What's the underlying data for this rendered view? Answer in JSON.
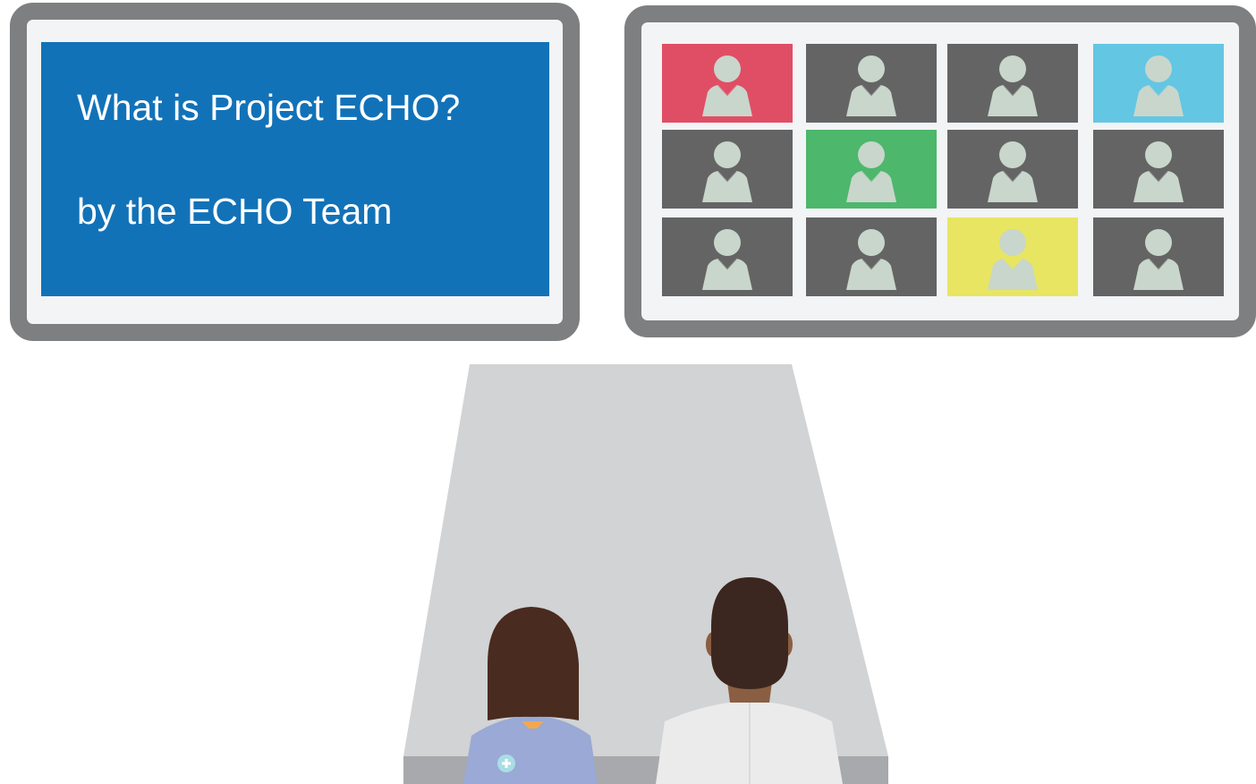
{
  "slide": {
    "title": "What is Project ECHO?",
    "subtitle": "by the ECHO Team"
  },
  "video_grid": {
    "columns": 4,
    "rows": 3,
    "tiles": [
      {
        "color": "#e04e66"
      },
      {
        "color": "#646465"
      },
      {
        "color": "#646465"
      },
      {
        "color": "#63c6e3"
      },
      {
        "color": "#646465"
      },
      {
        "color": "#4db76c"
      },
      {
        "color": "#646465"
      },
      {
        "color": "#646465"
      },
      {
        "color": "#646465"
      },
      {
        "color": "#646465"
      },
      {
        "color": "#e8e562"
      },
      {
        "color": "#646465"
      }
    ],
    "avatar_icon": "person-icon",
    "avatar_color": "#c9d6cb"
  },
  "colors": {
    "monitor_frame": "#7e7f80",
    "slide_background": "#1272b8",
    "table": "#d1d3d4",
    "table_edge": "#a7a9ac"
  },
  "attendees": [
    {
      "icon": "woman-attendee-icon",
      "badge_icon": "plus-icon"
    },
    {
      "icon": "man-attendee-icon"
    }
  ]
}
